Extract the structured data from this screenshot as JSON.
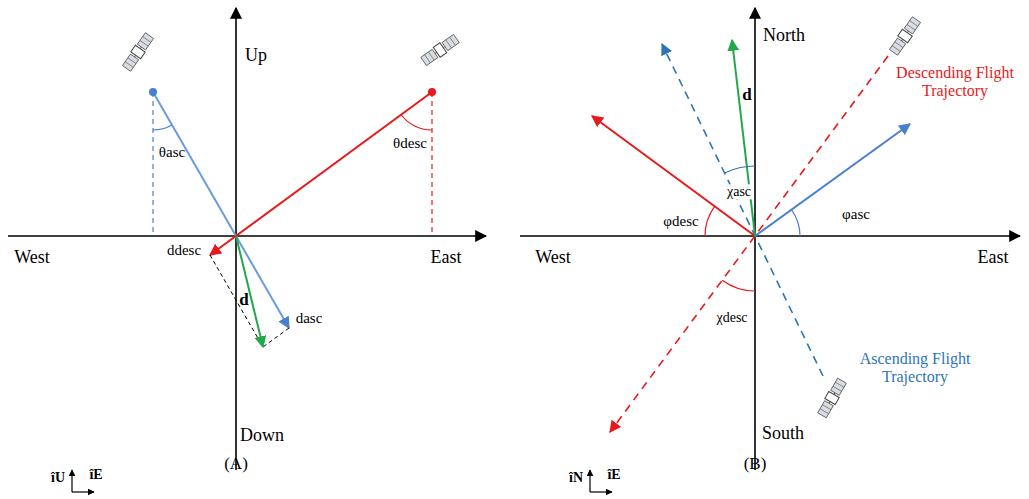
{
  "diagram": {
    "labels": [
      "Up",
      "West",
      "East",
      "Down",
      "θasc",
      "θdesc",
      "ddesc",
      "dasc",
      "d",
      "(A)",
      "îU",
      "îE",
      "North",
      "West",
      "East",
      "South",
      "d",
      "χasc",
      "φdesc",
      "φasc",
      "χdesc",
      "Descending Flight Trajectory",
      "Ascending Flight Trajectory",
      "(B)",
      "îN",
      "îE"
    ]
  }
}
